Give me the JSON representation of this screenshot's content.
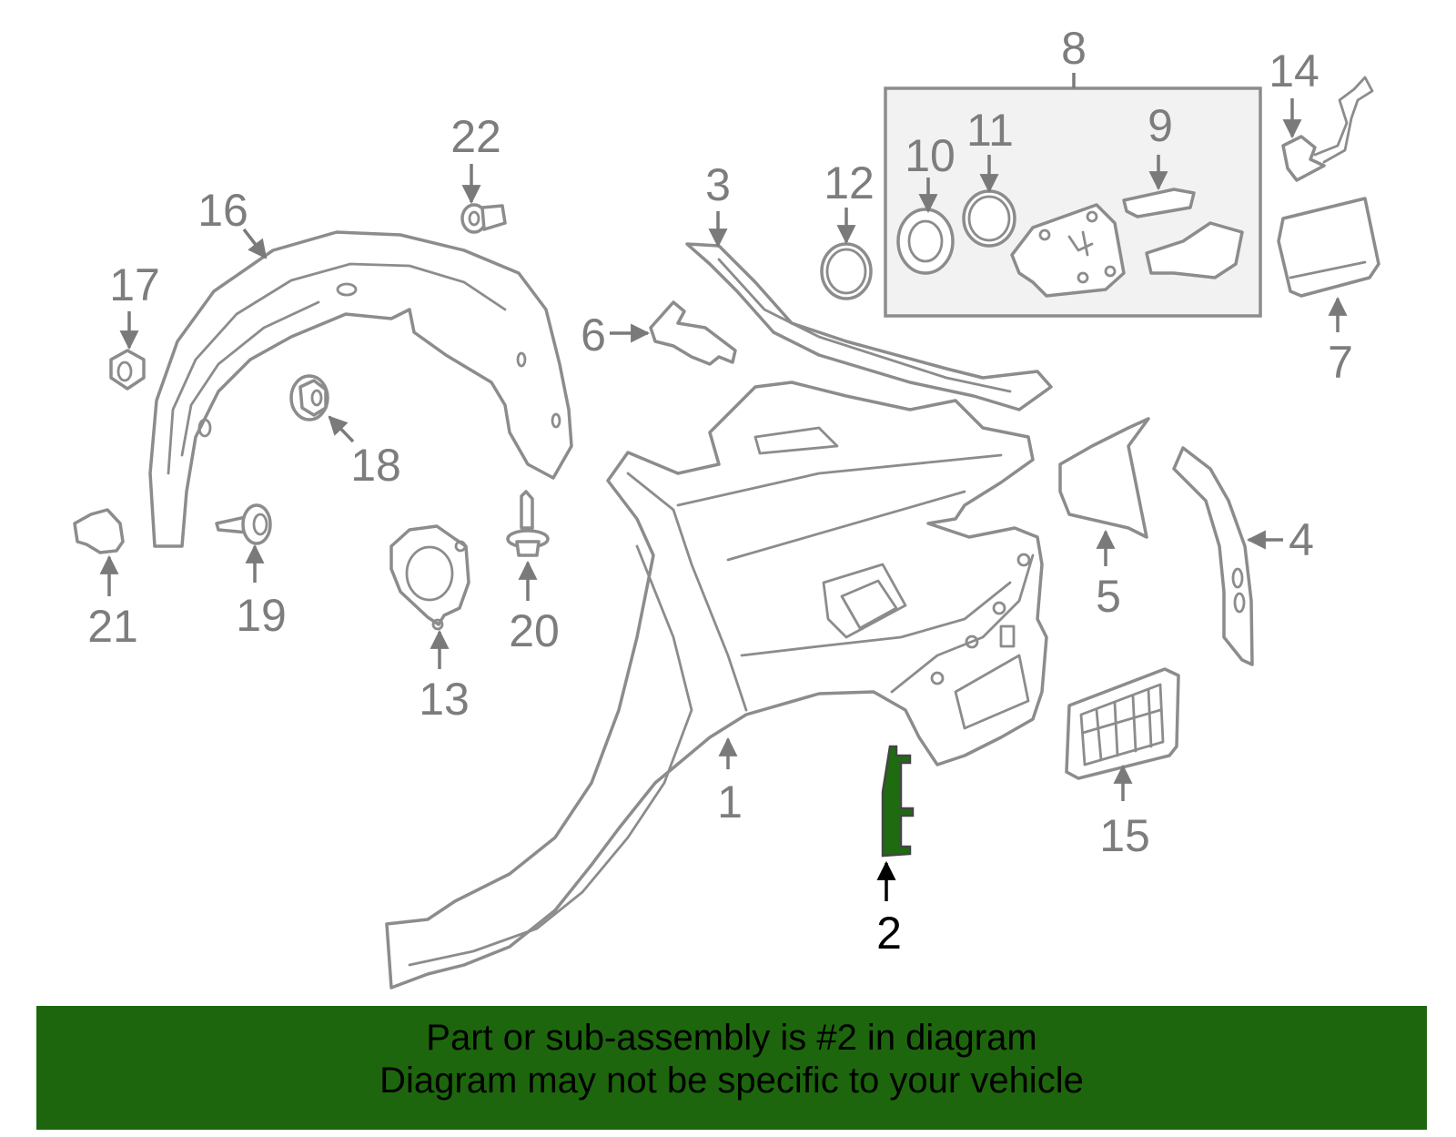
{
  "callouts": {
    "c1": "1",
    "c2": "2",
    "c3": "3",
    "c4": "4",
    "c5": "5",
    "c6": "6",
    "c7": "7",
    "c8": "8",
    "c9": "9",
    "c10": "10",
    "c11": "11",
    "c12": "12",
    "c13": "13",
    "c14": "14",
    "c15": "15",
    "c16": "16",
    "c17": "17",
    "c18": "18",
    "c19": "19",
    "c20": "20",
    "c21": "21",
    "c22": "22"
  },
  "highlighted_part": "2",
  "banner": {
    "line1": "Part or sub-assembly is #2 in diagram",
    "line2": "Diagram may not be specific to your vehicle"
  },
  "colors": {
    "banner_background": "#1d660d",
    "highlight_part": "#1e6b10",
    "line_art": "#8c8c8c"
  }
}
